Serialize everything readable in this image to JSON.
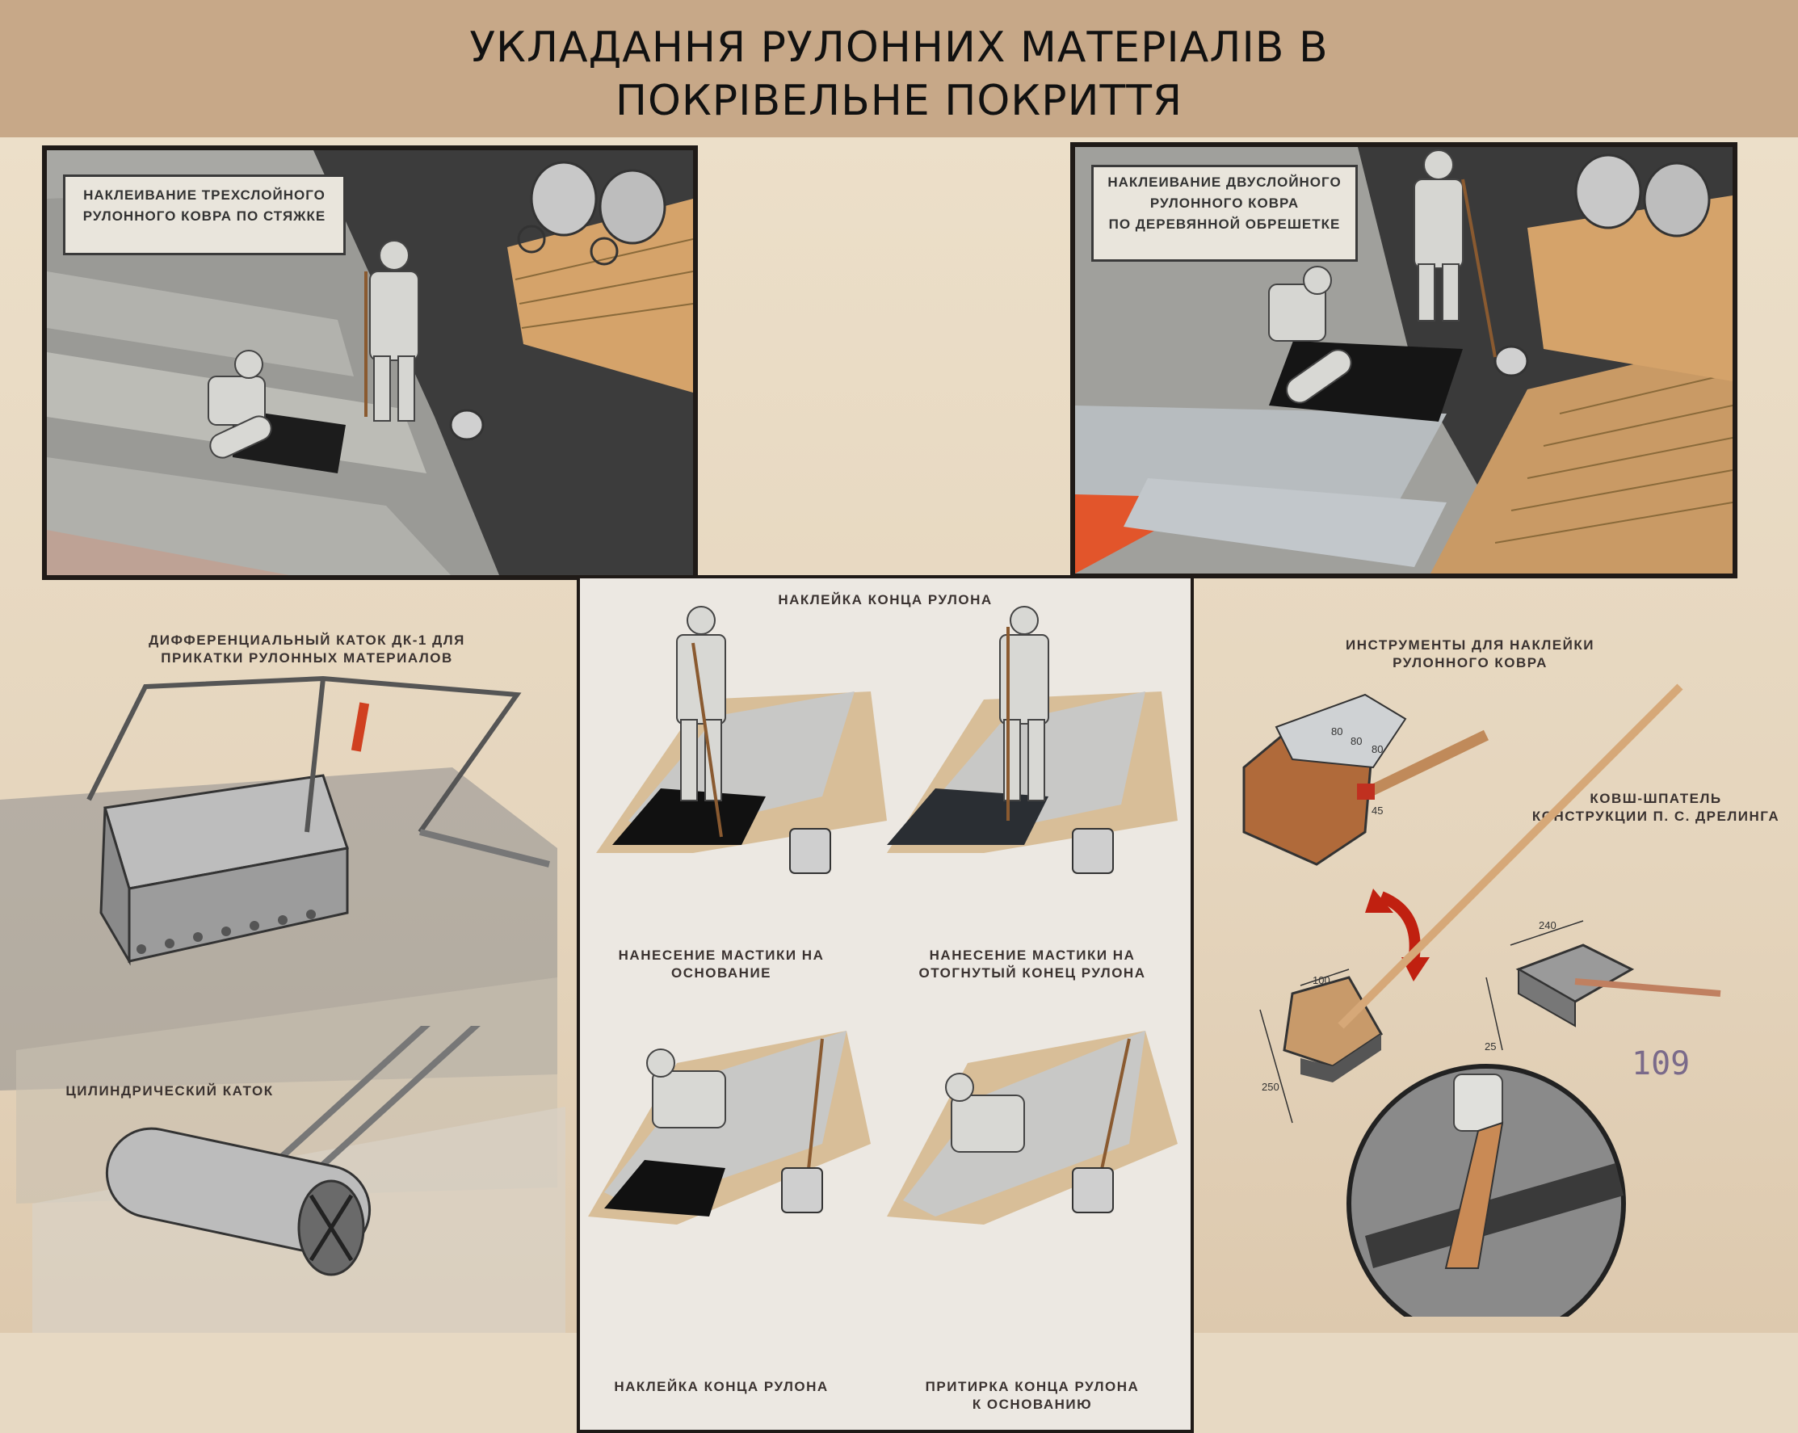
{
  "header": {
    "title_line1": "УКЛАДАННЯ РУЛОННИХ МАТЕРІАЛІВ В",
    "title_line2": "ПОКРІВЕЛЬНЕ ПОКРИТТЯ"
  },
  "panel_left": {
    "label_line1": "НАКЛЕИВАНИЕ ТРЕХСЛОЙНОГО",
    "label_line2": "РУЛОННОГО КОВРА ПО СТЯЖКЕ"
  },
  "panel_right": {
    "label_line1": "НАКЛЕИВАНИЕ ДВУСЛОЙНОГО",
    "label_line2": "РУЛОННОГО КОВРА",
    "label_line3": "ПО ДЕРЕВЯННОЙ ОБРЕШЕТКЕ"
  },
  "roller_diff": {
    "caption_line1": "ДИФФЕРЕНЦИАЛЬНЫЙ КАТОК ДК-1 ДЛЯ",
    "caption_line2": "ПРИКАТКИ РУЛОННЫХ МАТЕРИАЛОВ"
  },
  "roller_cyl": {
    "caption": "ЦИЛИНДРИЧЕСКИЙ КАТОК"
  },
  "center": {
    "title": "НАКЛЕЙКА КОНЦА РУЛОНА",
    "step1_line1": "НАНЕСЕНИЕ МАСТИКИ НА",
    "step1_line2": "ОСНОВАНИЕ",
    "step2_line1": "НАНЕСЕНИЕ МАСТИКИ НА",
    "step2_line2": "ОТОГНУТЫЙ КОНЕЦ РУЛОНА",
    "step3": "НАКЛЕЙКА КОНЦА РУЛОНА",
    "step4_line1": "ПРИТИРКА КОНЦА РУЛОНА",
    "step4_line2": "К ОСНОВАНИЮ"
  },
  "tools": {
    "caption_line1": "ИНСТРУМЕНТЫ ДЛЯ НАКЛЕЙКИ",
    "caption_line2": "РУЛОННОГО КОВРА",
    "scoop_line1": "КОВШ-ШПАТЕЛЬ",
    "scoop_line2": "КОНСТРУКЦИИ П. С. ДРЕЛИНГА",
    "dims": [
      "80",
      "80",
      "80",
      "45",
      "100",
      "250",
      "240",
      "25"
    ],
    "stamp": "109"
  }
}
